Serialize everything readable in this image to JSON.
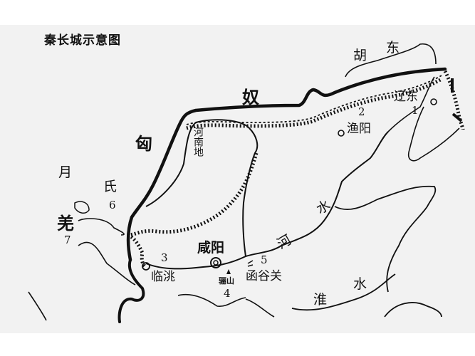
{
  "map": {
    "title": "秦长城示意图",
    "colors": {
      "background": "#f2f2f2",
      "ink": "#111111",
      "page": "#ffffff"
    },
    "regions": {
      "xiongnu_1": "匈",
      "xiongnu_2": "奴",
      "donghu_1": "胡",
      "donghu_2": "东",
      "yuezhi_1": "月",
      "yuezhi_2": "氏",
      "qiang": "羌",
      "henandi": "河南地"
    },
    "places": {
      "xianyang": "咸阳",
      "lintao": "临洮",
      "yuyang": "渔阳",
      "liaodong": "辽东",
      "hanguguan": "函谷关",
      "lishan": "骊山"
    },
    "rivers": {
      "hehe_1": "河",
      "hehe_2": "水",
      "huai_1": "淮",
      "huai_2": "水"
    },
    "markers": {
      "n1": "1",
      "n2": "2",
      "n3": "3",
      "n4": "4",
      "n5": "5",
      "n6": "6",
      "n7": "7"
    },
    "legend_icons": [
      "great-wall-line",
      "old-wall-crenellation",
      "city-circle",
      "capital-double-circle",
      "mountain-triangle",
      "pass-symbol"
    ]
  }
}
